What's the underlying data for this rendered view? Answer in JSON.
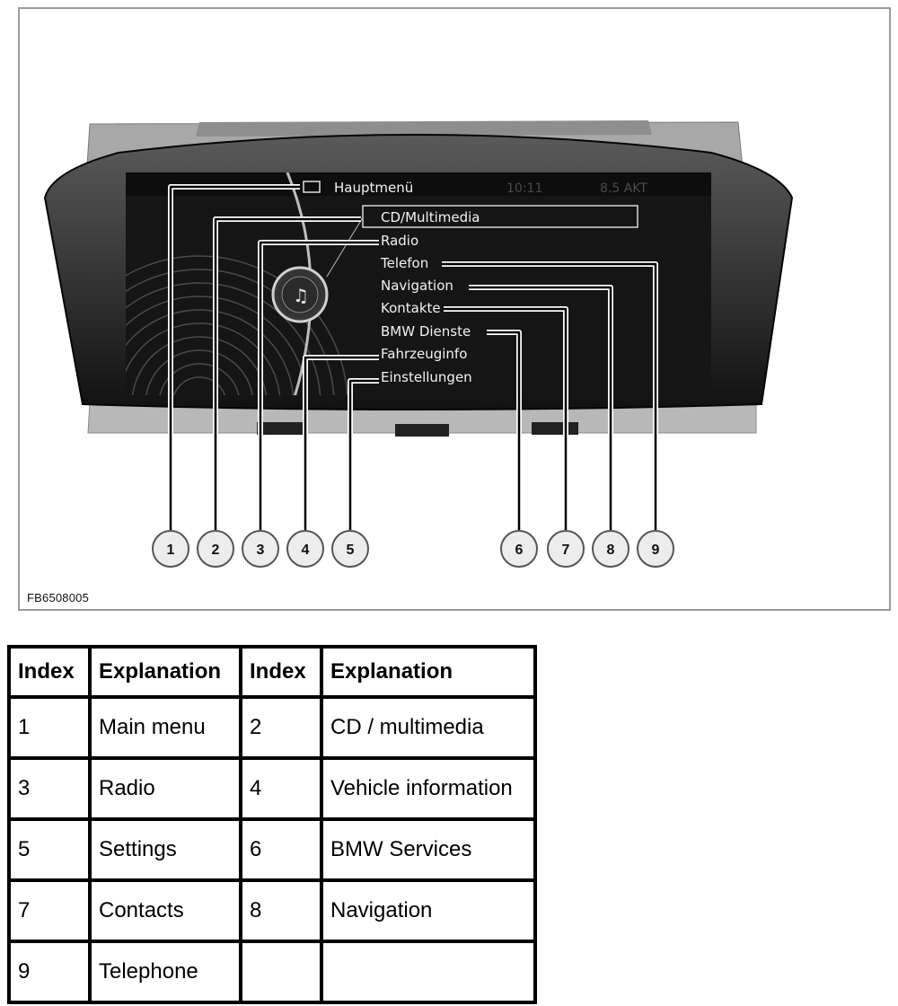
{
  "figure": {
    "code": "FB6508005",
    "screen": {
      "header_title": "Hauptmenü",
      "header_time": "10:11",
      "header_status": "8.5 AKT",
      "menu_items": [
        {
          "label": "CD/Multimedia",
          "selected": true
        },
        {
          "label": "Radio"
        },
        {
          "label": "Telefon"
        },
        {
          "label": "Navigation"
        },
        {
          "label": "Kontakte"
        },
        {
          "label": "BMW Dienste"
        },
        {
          "label": "Fahrzeuginfo"
        },
        {
          "label": "Einstellungen"
        }
      ]
    },
    "callouts": [
      "1",
      "2",
      "3",
      "4",
      "5",
      "6",
      "7",
      "8",
      "9"
    ]
  },
  "legend": {
    "headers": [
      "Index",
      "Explanation",
      "Index",
      "Explanation"
    ],
    "rows": [
      [
        "1",
        "Main menu",
        "2",
        "CD / multimedia"
      ],
      [
        "3",
        "Radio",
        "4",
        "Vehicle information"
      ],
      [
        "5",
        "Settings",
        "6",
        "BMW Services"
      ],
      [
        "7",
        "Contacts",
        "8",
        "Navigation"
      ],
      [
        "9",
        "Telephone",
        "",
        ""
      ]
    ]
  }
}
